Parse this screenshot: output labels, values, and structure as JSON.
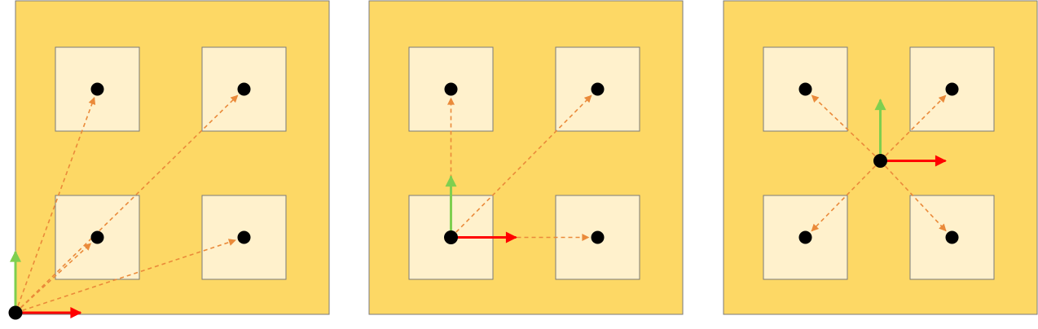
{
  "colors": {
    "panel_fill": "#fdd865",
    "panel_stroke": "#7a7a7a",
    "cell_fill": "#fff1cc",
    "cell_stroke": "#7a7a7a",
    "point": "#000000",
    "x_axis": "#ff0000",
    "y_axis": "#7fcf4f",
    "vector": "#ea8a3a"
  },
  "panels": [
    {
      "name": "panel-1",
      "origin": "bottom-left-corner",
      "vectors_to": [
        "cell-top-left",
        "cell-top-right",
        "cell-bottom-left",
        "cell-bottom-right"
      ]
    },
    {
      "name": "panel-2",
      "origin": "bottom-left-cell-center",
      "vectors_to": [
        "cell-top-left",
        "cell-top-right",
        "cell-bottom-right"
      ]
    },
    {
      "name": "panel-3",
      "origin": "panel-center",
      "vectors_to": [
        "cell-top-left",
        "cell-top-right",
        "cell-bottom-left",
        "cell-bottom-right"
      ]
    }
  ]
}
